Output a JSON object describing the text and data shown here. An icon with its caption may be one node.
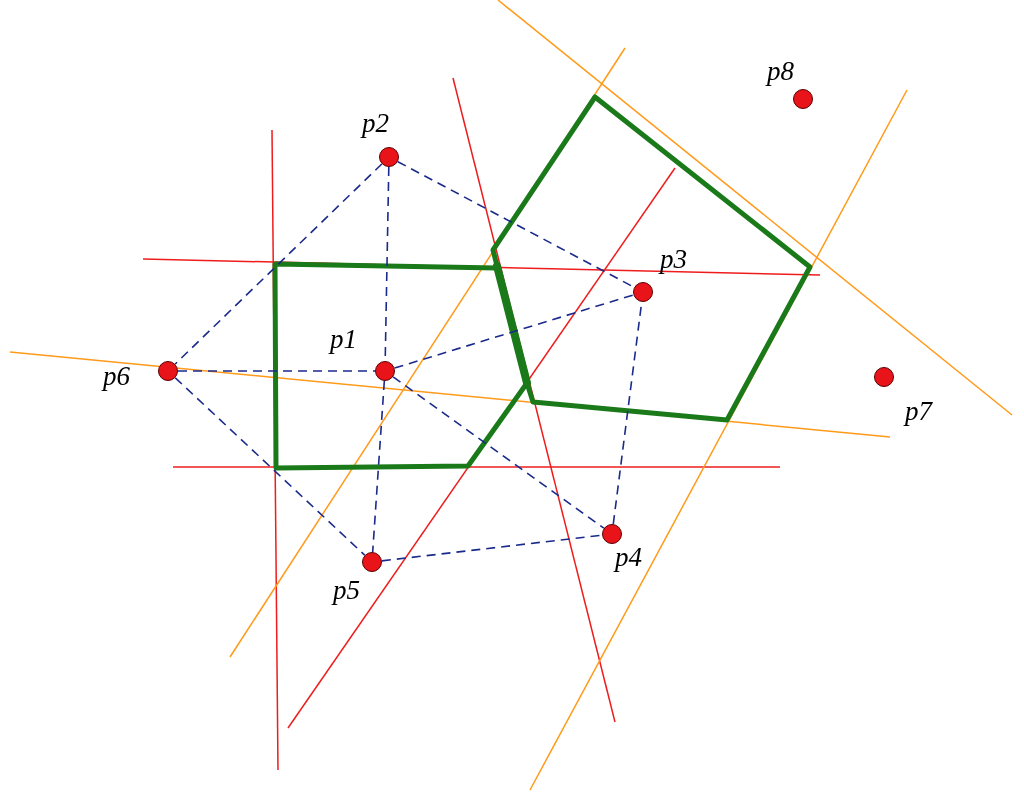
{
  "diagram": {
    "nodes": [
      {
        "text": [],
        "shape": "circle",
        "beside": [
          "p1"
        ]
      },
      {
        "text": [],
        "shape": "circle",
        "beside": [
          "p2"
        ]
      },
      {
        "text": [],
        "shape": "circle",
        "beside": [
          "p3"
        ]
      },
      {
        "text": [],
        "shape": "circle",
        "beside": [
          "p4"
        ]
      },
      {
        "text": [],
        "shape": "circle",
        "beside": [
          "p5"
        ]
      },
      {
        "text": [],
        "shape": "circle",
        "beside": [
          "p6"
        ]
      },
      {
        "text": [],
        "shape": "circle",
        "beside": [
          "p7"
        ]
      },
      {
        "text": [],
        "shape": "circle",
        "beside": [
          "p8"
        ]
      }
    ],
    "edges": [
      {
        "from": 1,
        "to": 0,
        "arrow": "none",
        "style": "dashed"
      },
      {
        "from": 1,
        "to": 5,
        "arrow": "none",
        "style": "dashed"
      },
      {
        "from": 1,
        "to": 2,
        "arrow": "none",
        "style": "dashed"
      },
      {
        "from": 5,
        "to": 0,
        "arrow": "none",
        "style": "dashed"
      },
      {
        "from": 0,
        "to": 2,
        "arrow": "none",
        "style": "dashed"
      },
      {
        "from": 0,
        "to": 4,
        "arrow": "none",
        "style": "dashed"
      },
      {
        "from": 0,
        "to": 3,
        "arrow": "none",
        "style": "dashed"
      },
      {
        "from": 5,
        "to": 4,
        "arrow": "none",
        "style": "dashed"
      },
      {
        "from": 4,
        "to": 3,
        "arrow": "none",
        "style": "dashed"
      },
      {
        "from": 3,
        "to": 2,
        "arrow": "none",
        "style": "dashed"
      }
    ]
  }
}
